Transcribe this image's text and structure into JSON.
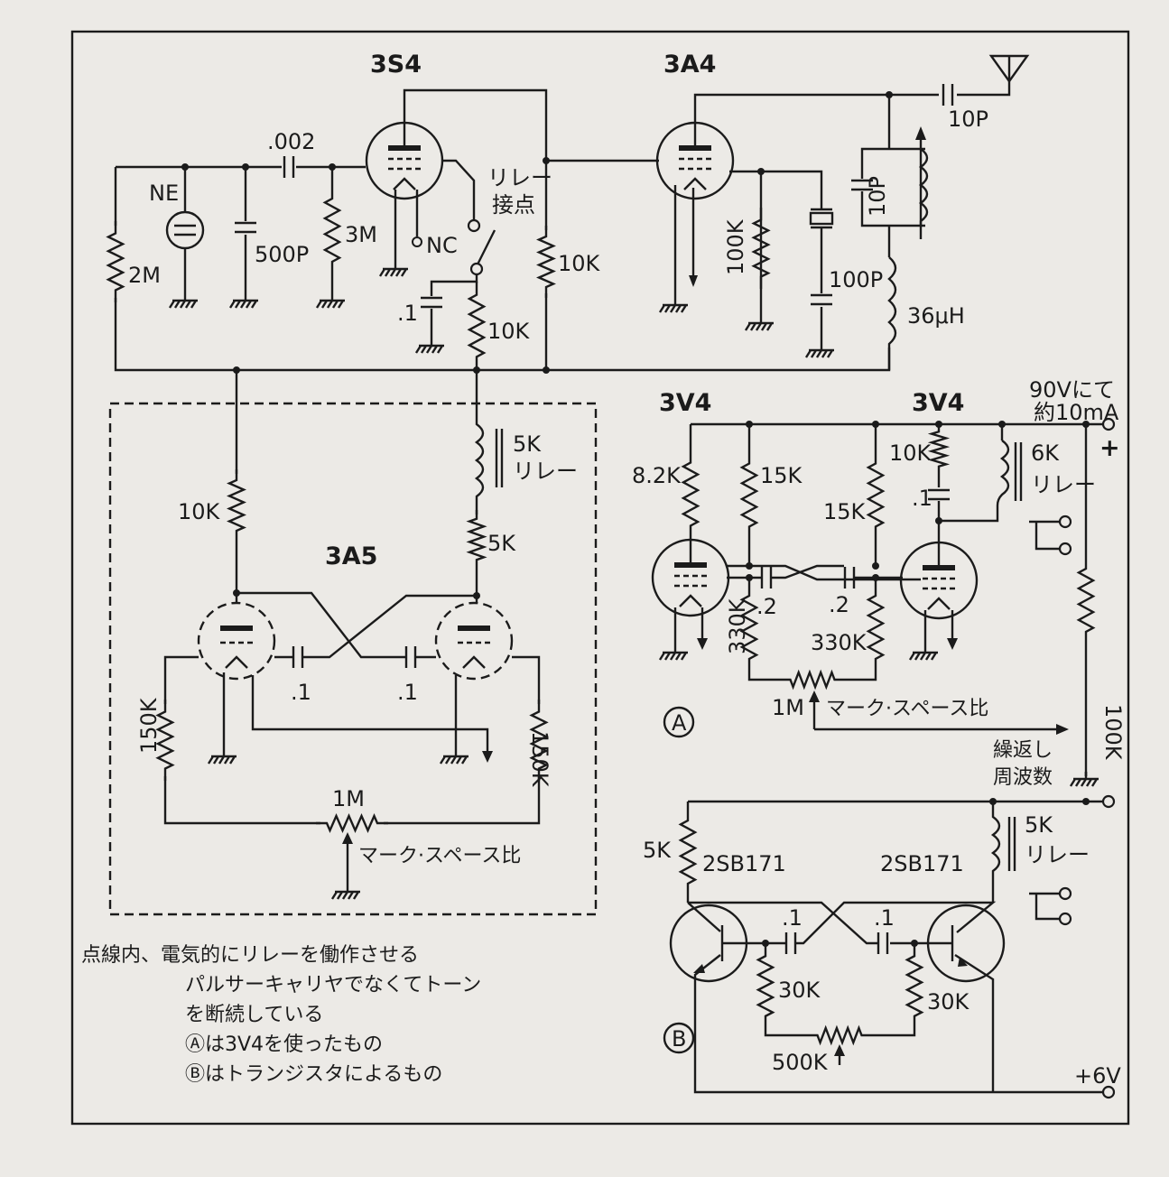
{
  "tubes": {
    "t3s4": "3S4",
    "t3a4": "3A4",
    "t3a5": "3A5",
    "t3v4a": "3V4",
    "t3v4b": "3V4"
  },
  "transistors": {
    "q1": "2SB171",
    "q2": "2SB171"
  },
  "top": {
    "c002": ".002",
    "ne": "NE",
    "c500p": "500P",
    "r3m": "3M",
    "r2m": "2M",
    "nc": "NC",
    "relay_contact_1": "リレー",
    "relay_contact_2": "接点",
    "c01": ".1",
    "r10k_a": "10K",
    "r10k_b": "10K",
    "c10p_ant": "10P",
    "c10p_tank": "10P",
    "r100k": "100K",
    "c100p": "100P",
    "l36uh": "36μH"
  },
  "pulser": {
    "r10k": "10K",
    "relay_5k": "5K",
    "relay_label": "リレー",
    "r5k": "5K",
    "c1": ".1",
    "c2": ".1",
    "r150k_l": "150K",
    "r150k_r": "150K",
    "pot": "1M",
    "pot_label": "マーク·スペース比"
  },
  "sectionA": {
    "marker": "A",
    "supply_1": "90Vにて",
    "supply_2": "約10mA",
    "plus": "+",
    "r82k": "8.2K",
    "r15k_a": "15K",
    "r15k_b": "15K",
    "r10k": "10K",
    "c01": ".1",
    "relay_6k": "6K",
    "relay_label": "リレー",
    "c2a": ".2",
    "c2b": ".2",
    "r330k_a": "330K",
    "r330k_b": "330K",
    "pot": "1M",
    "pot_label": "マーク·スペース比",
    "r100k": "100K",
    "freq_1": "繰返し",
    "freq_2": "周波数"
  },
  "sectionB": {
    "marker": "B",
    "r5k": "5K",
    "relay_5k": "5K",
    "relay_label": "リレー",
    "c1": ".1",
    "c2": ".1",
    "r30k_a": "30K",
    "r30k_b": "30K",
    "pot": "500K",
    "supply": "+6V"
  },
  "notes": [
    "点線内、電気的にリレーを働作させる",
    "パルサーキャリヤでなくてトーン",
    "を断続している",
    "Ⓐは3V4を使ったもの",
    "Ⓑはトランジスタによるもの"
  ]
}
